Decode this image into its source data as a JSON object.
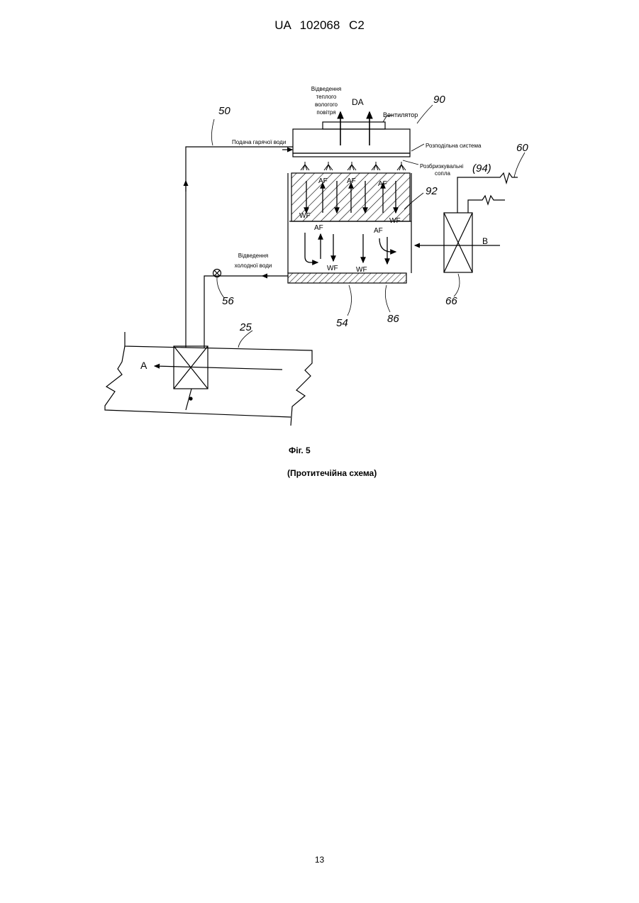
{
  "header": {
    "patent_id": "UA   102068   C2"
  },
  "figure": {
    "ref_numbers": {
      "r90": "90",
      "r50": "50",
      "r60": "60",
      "r94": "(94)",
      "r92": "92",
      "r66": "66",
      "r56": "56",
      "r25": "25",
      "r54": "54",
      "r86": "86"
    },
    "labels": {
      "warm_air_line1": "Відведення",
      "warm_air_line2": "теплого",
      "warm_air_line3": "вологого",
      "warm_air_line4": "повітря",
      "da": "DA",
      "fan": "Вентилятор",
      "hot_water_supply": "Подача гарячої води",
      "distribution_system": "Розподільна система",
      "spray_nozzles_line1": "Розбризкувальні",
      "spray_nozzles_line2": "сопла",
      "cold_water_line1": "Відведення",
      "cold_water_line2": "холодної води",
      "af": "AF",
      "wf": "WF",
      "a": "A",
      "b": "B"
    }
  },
  "caption": {
    "figure_label": "Фіг. 5",
    "scheme": "(Протитечійна схема)"
  },
  "page_number": "13"
}
